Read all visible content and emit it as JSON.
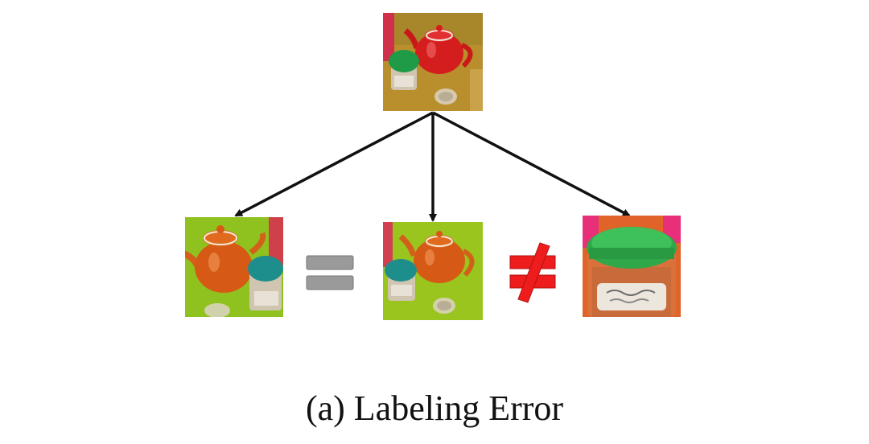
{
  "caption": "(a) Labeling Error",
  "images": {
    "source": "teapot-and-jar-photo",
    "augmented_left": "teapot-and-jar-photo-cropped",
    "augmented_middle": "teapot-and-jar-photo-color-shifted",
    "augmented_right": "jar-closeup-photo"
  },
  "relations": [
    "equal",
    "not-equal"
  ],
  "colors": {
    "arrow": "#111111",
    "equal_sign": "#9a9a9a",
    "not_equal_sign": "#ee1c1c",
    "teapot_red": "#d41e1e",
    "jar_lid_green": "#2fa84a"
  }
}
